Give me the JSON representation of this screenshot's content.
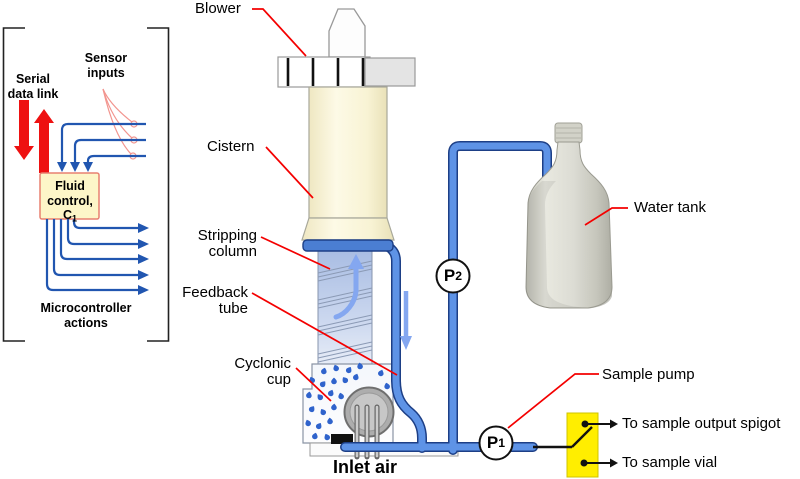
{
  "left_panel": {
    "serial_data_link_line1": "Serial",
    "serial_data_link_line2": "data link",
    "sensor_inputs_line1": "Sensor",
    "sensor_inputs_line2": "inputs",
    "fluid_control_line1": "Fluid",
    "fluid_control_line2": "control, C",
    "fluid_control_sub": "1",
    "microcontroller_line1": "Microcontroller",
    "microcontroller_line2": "actions"
  },
  "apparatus": {
    "blower_label": "Blower",
    "cistern_label": "Cistern",
    "stripping_column_line1": "Stripping",
    "stripping_column_line2": "column",
    "feedback_tube_line1": "Feedback",
    "feedback_tube_line2": "tube",
    "cyclonic_cup_line1": "Cyclonic",
    "cyclonic_cup_line2": "cup",
    "inlet_air_label": "Inlet air"
  },
  "right_side": {
    "water_tank_label": "Water tank",
    "sample_pump_label": "Sample pump",
    "output_spigot_label": "To sample output spigot",
    "sample_vial_label": "To sample vial",
    "gauge_p1_label": "P",
    "gauge_p1_sub": "1",
    "gauge_p2_label": "P",
    "gauge_p2_sub": "2"
  },
  "colors": {
    "pipe_blue": "#5e93e6",
    "pipe_outline": "#1d3f86",
    "wire_blue": "#2156b0",
    "flow_arrow_blue": "#84a7f0",
    "red_arrow": "#ee1111",
    "leader_red": "#f40000",
    "pink_sensor": "#f2958f",
    "switch_yellow": "#ffee00",
    "control_box_fill": "#fdf6c8",
    "control_box_border": "#e88070",
    "cistern_cream": "#faf5d8",
    "column_blue": "#a9bde3"
  }
}
